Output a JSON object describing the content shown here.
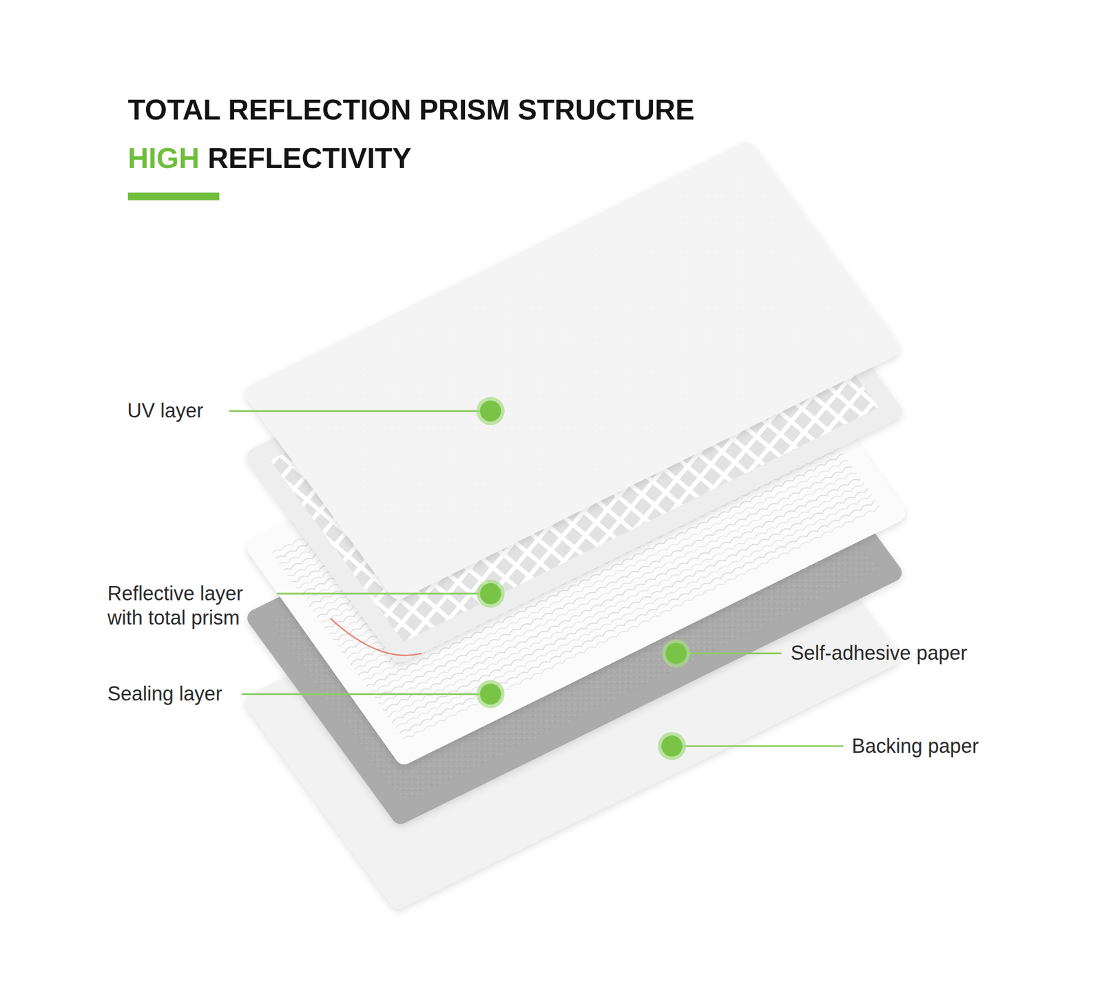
{
  "diagram": {
    "title": "TOTAL REFLECTION PRISM STRUCTURE",
    "labels": [
      "HIGH",
      "REFLECTIVITY",
      "UV layer",
      "Reflective layer with total prism",
      "Sealing layer",
      "Self-adhesive paper",
      "Backing paper"
    ]
  }
}
